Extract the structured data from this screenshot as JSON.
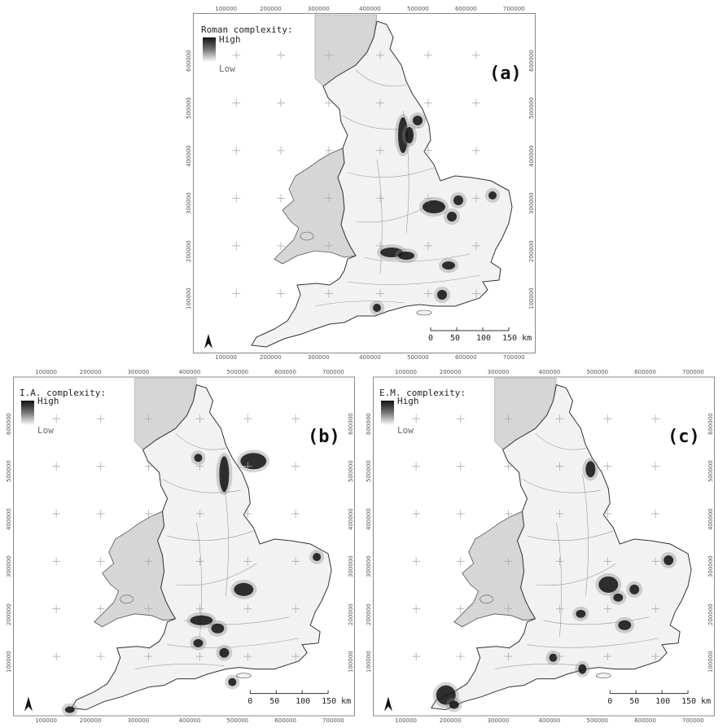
{
  "x_ticks": [
    "100000",
    "200000",
    "300000",
    "400000",
    "500000",
    "600000",
    "700000"
  ],
  "y_ticks": [
    "600000",
    "500000",
    "400000",
    "300000",
    "200000",
    "100000"
  ],
  "legend": {
    "high": "High",
    "low": "Low"
  },
  "scale_bar": {
    "labels": [
      "0",
      "50",
      "100",
      "150 km"
    ]
  },
  "panels": [
    {
      "legend_title": "Roman complexity:",
      "label": "(a)"
    },
    {
      "legend_title": "I.A. complexity:",
      "label": "(b)"
    },
    {
      "legend_title": "E.M. complexity:",
      "label": "(c)"
    }
  ],
  "colors": {
    "land": "#f2f2f2",
    "wales": "#d6d6d6",
    "frame": "#888888",
    "hotspot": "#111111",
    "river": "#9a9a9a"
  }
}
